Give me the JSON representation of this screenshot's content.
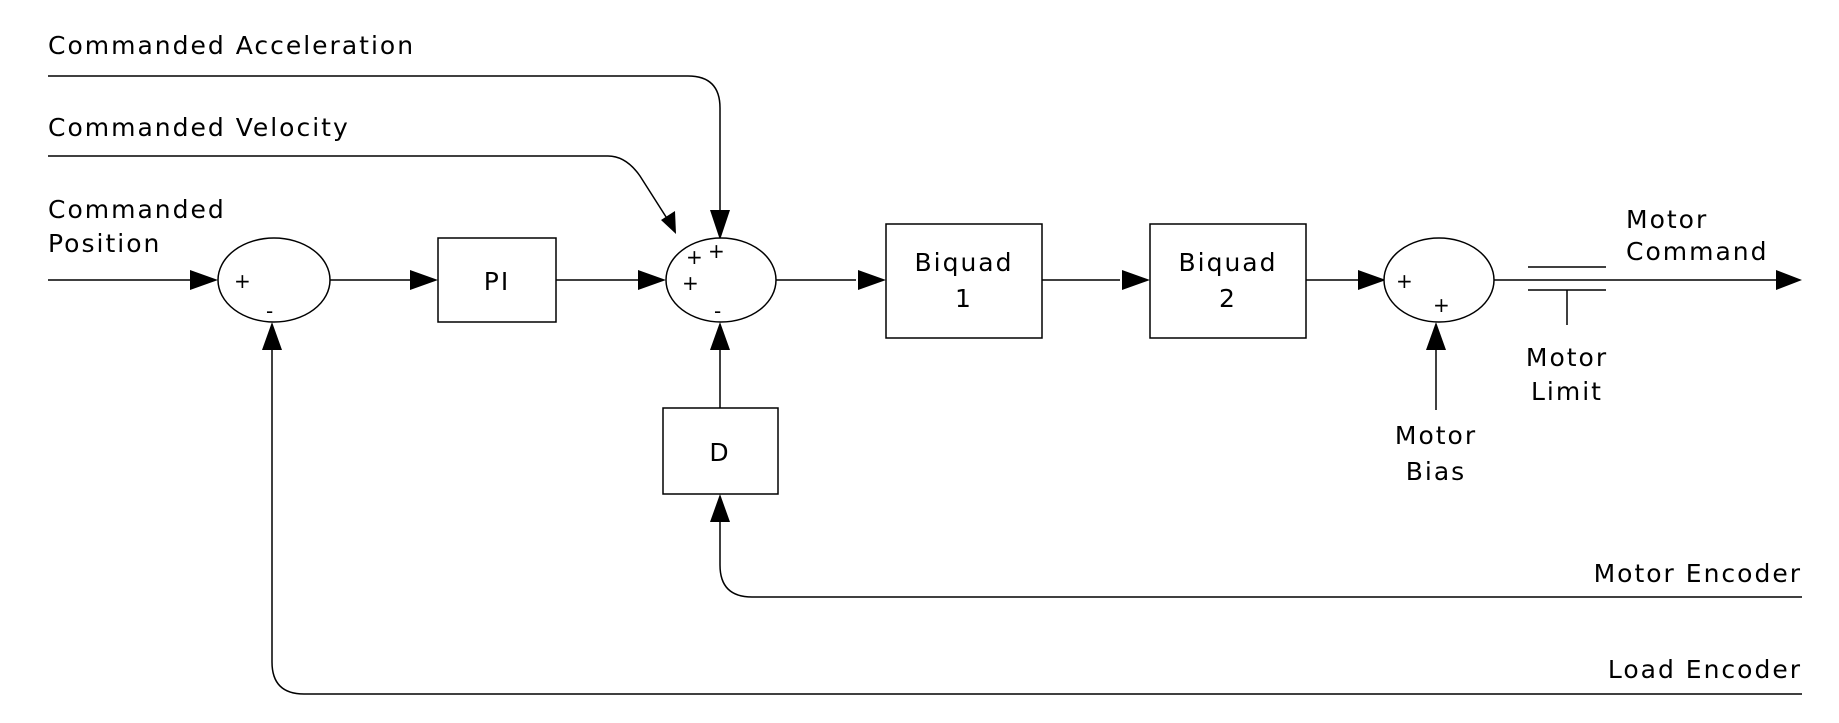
{
  "inputs": {
    "commanded_acceleration": "Commanded Acceleration",
    "commanded_velocity": "Commanded Velocity",
    "commanded_position_line1": "Commanded",
    "commanded_position_line2": "Position"
  },
  "blocks": {
    "pi": "PI",
    "d": "D",
    "biquad1_line1": "Biquad",
    "biquad1_line2": "1",
    "biquad2_line1": "Biquad",
    "biquad2_line2": "2"
  },
  "outputs": {
    "motor_command_line1": "Motor",
    "motor_command_line2": "Command",
    "motor_limit_line1": "Motor",
    "motor_limit_line2": "Limit",
    "motor_bias_line1": "Motor",
    "motor_bias_line2": "Bias"
  },
  "feedback": {
    "motor_encoder": "Motor Encoder",
    "load_encoder": "Load Encoder"
  },
  "signs": {
    "plus": "+",
    "minus": "-"
  }
}
